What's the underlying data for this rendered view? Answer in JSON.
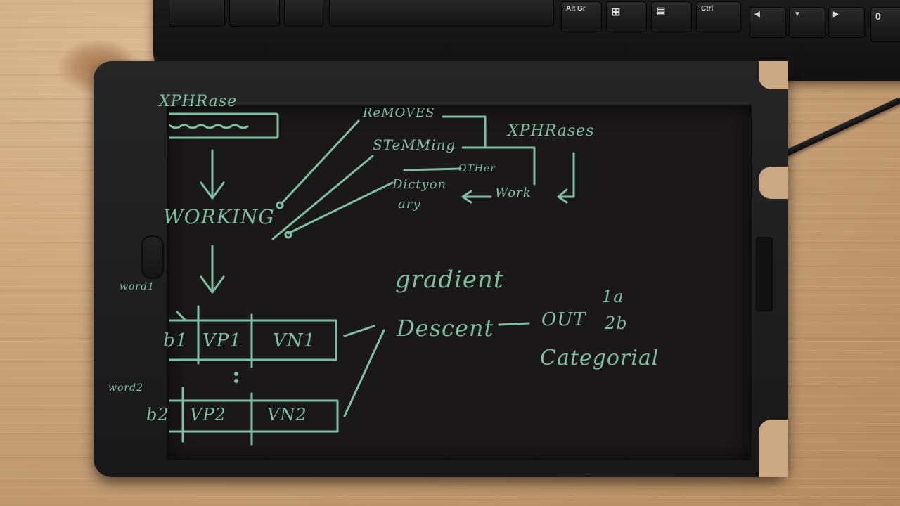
{
  "keyboard": {
    "keys": {
      "altgr": "Alt Gr",
      "ctrl": "Ctrl",
      "zero": "0",
      "win": "⊞",
      "menu": "▤",
      "left": "◀",
      "down": "▼",
      "right": "▶"
    }
  },
  "notes": {
    "title_box": "XPHRase",
    "working": "WORKING",
    "removes": "ReMOVES",
    "stemming": "STeMMing",
    "other": "OTHer",
    "xphrases": "XPHRases",
    "dictionary_1": "Dictyon",
    "dictionary_2": "ary",
    "work": "Work",
    "gradient": "gradient",
    "descent": "Descent",
    "word1": "word1",
    "word2": "word2",
    "row1": [
      "b1",
      "VP1",
      "VN1"
    ],
    "row2": [
      "b2",
      "VP2",
      "VN2"
    ],
    "out": "OUT",
    "out_1": "1a",
    "out_2": "2b",
    "categorical": "Categorial"
  },
  "colors": {
    "ink": "#7fbfa6",
    "screen": "#1a1818",
    "bezel": "#1f1f1f"
  }
}
